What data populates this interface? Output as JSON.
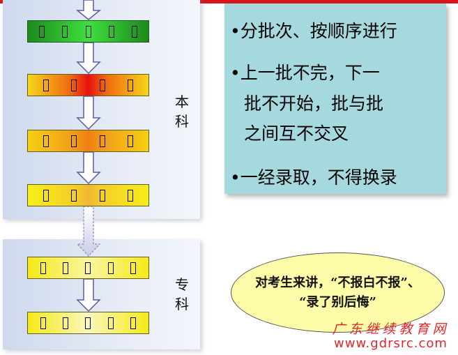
{
  "diagram": {
    "level_labels": {
      "benke": "本\n科",
      "zhuanke": "专\n科"
    },
    "bars": {
      "green": [
        "",
        "",
        "",
        "",
        ""
      ],
      "red": [
        "",
        "",
        "",
        ""
      ],
      "orange": [
        "",
        "",
        "",
        ""
      ],
      "yellow": [
        "",
        "",
        "",
        ""
      ],
      "pale1": [
        "",
        "",
        "",
        "",
        ""
      ],
      "pale2": [
        "",
        "",
        "",
        "",
        ""
      ]
    },
    "colors": {
      "accent_red": "#d9141b",
      "rules_box_bg": "#a6d9de",
      "note_bg": "#fbfba8",
      "arrow_fill": "#ffffff",
      "arrow_stroke": "#5a5aa8"
    }
  },
  "rules": {
    "r1": "•分批次、按顺序进行",
    "r2": "•上一批不完，下一",
    "r3": "批不开始，批与批",
    "r4": "之间互不交叉",
    "r5": "•一经录取，不得换录"
  },
  "note": {
    "line1": "对考生来讲，“不报白不报”、",
    "line2": "“录了别后悔”"
  },
  "watermark": {
    "line1": "广东继续教育网",
    "line2": "www.gdrsrc.com"
  }
}
